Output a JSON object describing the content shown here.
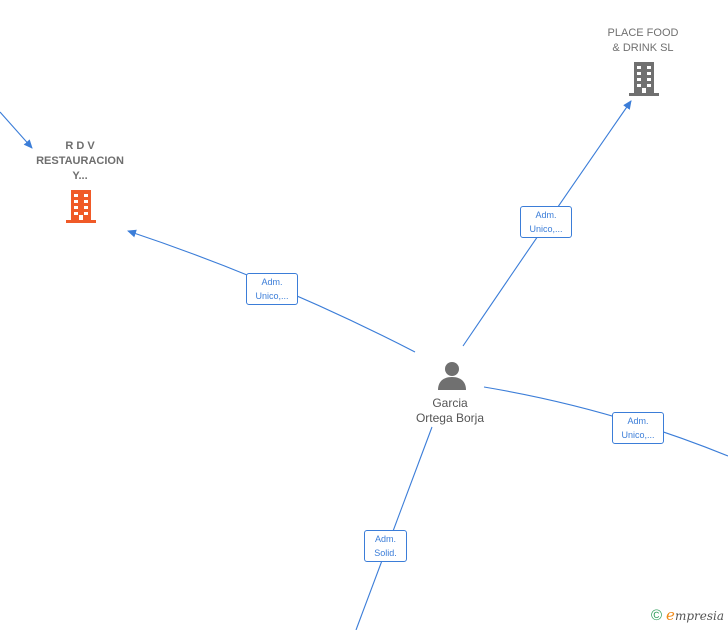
{
  "nodes": {
    "rdv": {
      "label_lines": [
        "R D V",
        "RESTAURACION",
        "Y..."
      ],
      "icon": "building-icon",
      "color": "#f05a28"
    },
    "place_food": {
      "label_lines": [
        "PLACE FOOD",
        "& DRINK SL"
      ],
      "icon": "building-icon",
      "color": "#707070"
    },
    "person": {
      "label_lines": [
        "Garcia",
        "Ortega Borja"
      ],
      "icon": "person-icon",
      "color": "#707070"
    }
  },
  "edges": {
    "to_rdv": {
      "lines": [
        "Adm.",
        "Unico,..."
      ]
    },
    "to_place_food": {
      "lines": [
        "Adm.",
        "Unico,..."
      ]
    },
    "to_right": {
      "lines": [
        "Adm.",
        "Unico,..."
      ]
    },
    "to_bottom": {
      "lines": [
        "Adm.",
        "Solid."
      ]
    }
  },
  "edge_color": "#3b7dd8",
  "branding": {
    "copyright_symbol": "©",
    "name_initial": "e",
    "name_rest": "mpresia"
  }
}
